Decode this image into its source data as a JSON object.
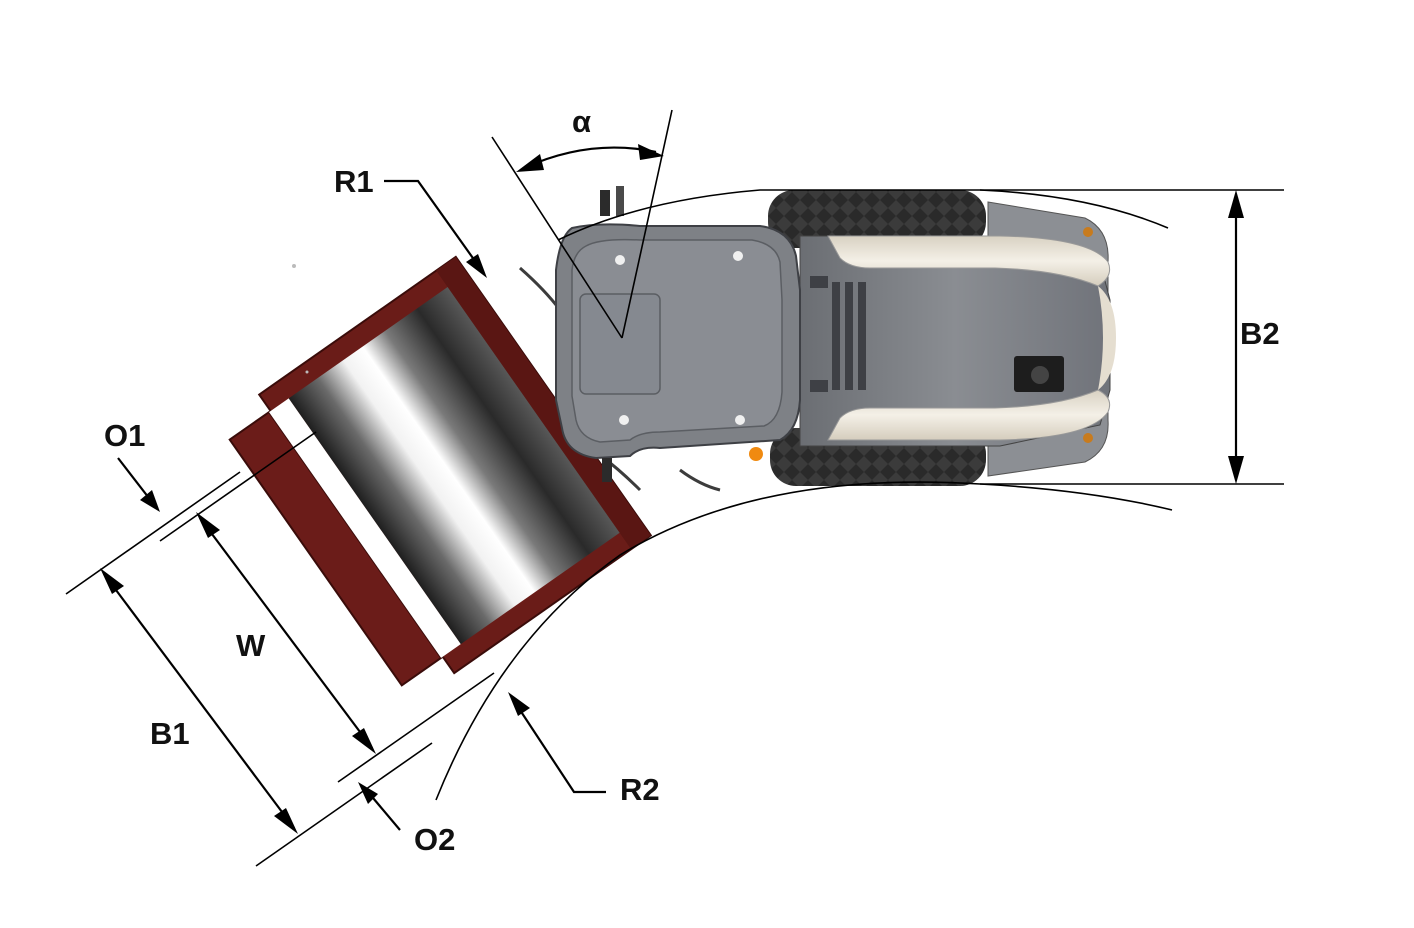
{
  "labels": {
    "alpha": "α",
    "r1": "R1",
    "r2": "R2",
    "o1": "O1",
    "o2": "O2",
    "w": "W",
    "b1": "B1",
    "b2": "B2"
  },
  "colors": {
    "drum_frame": "#6a1c18",
    "drum_frame_dark": "#4a1210",
    "cab_body": "#7e8186",
    "cab_dark": "#5b5e63",
    "cream_panel": "#e9e3d6",
    "tire": "#3a3a3a",
    "beacon": "#f08a10"
  }
}
